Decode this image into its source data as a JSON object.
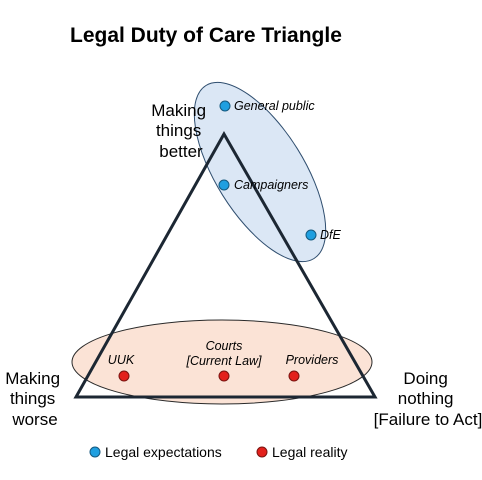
{
  "title": "Legal Duty of Care Triangle",
  "vertices": {
    "top": [
      "Making",
      "things",
      "better"
    ],
    "left": [
      "Making",
      "things",
      "worse"
    ],
    "right": [
      "Doing",
      "nothing",
      "[Failure to Act]"
    ]
  },
  "expectation_points": [
    {
      "label": "General public"
    },
    {
      "label": "Campaigners"
    },
    {
      "label": "DfE"
    }
  ],
  "reality_points": [
    {
      "label": "UUK"
    },
    {
      "label": "Courts",
      "label2": "[Current Law]"
    },
    {
      "label": "Providers"
    }
  ],
  "legend": {
    "expectations": "Legal expectations",
    "reality": "Legal reality"
  },
  "colors": {
    "expectation_dot": "#1f9fe0",
    "expectation_region": "#dbe7f5",
    "reality_dot": "#e3211c",
    "reality_region": "#fbe3d6",
    "triangle": "#1c2733"
  }
}
